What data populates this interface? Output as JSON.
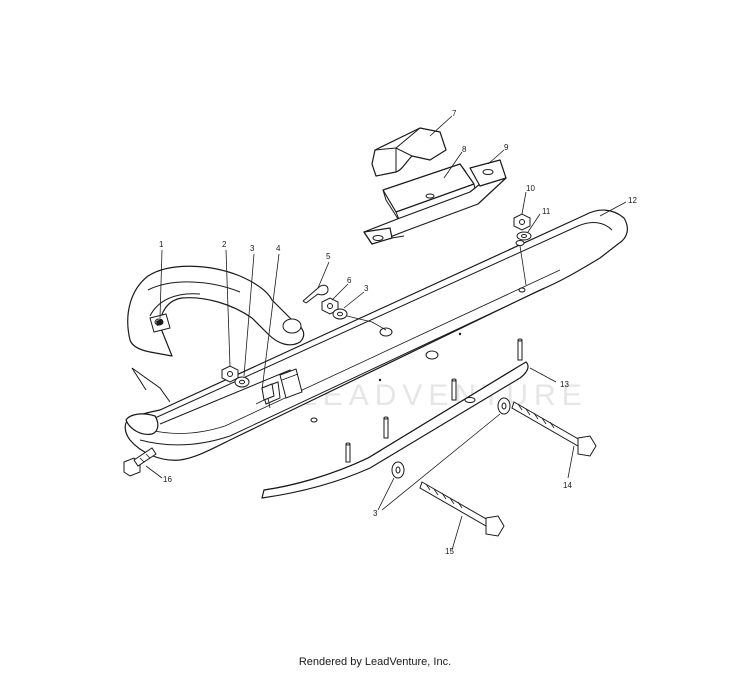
{
  "watermark": "LEADVENTURE",
  "footer": "Rendered by LeadVenture, Inc.",
  "callouts": {
    "c1": "1",
    "c2": "2",
    "c3a": "3",
    "c4": "4",
    "c5": "5",
    "c6": "6",
    "c3b": "3",
    "c7": "7",
    "c8": "8",
    "c9": "9",
    "c10": "10",
    "c11": "11",
    "c12": "12",
    "c13": "13",
    "c14": "14",
    "c15": "15",
    "c3c": "3",
    "c16": "16"
  }
}
